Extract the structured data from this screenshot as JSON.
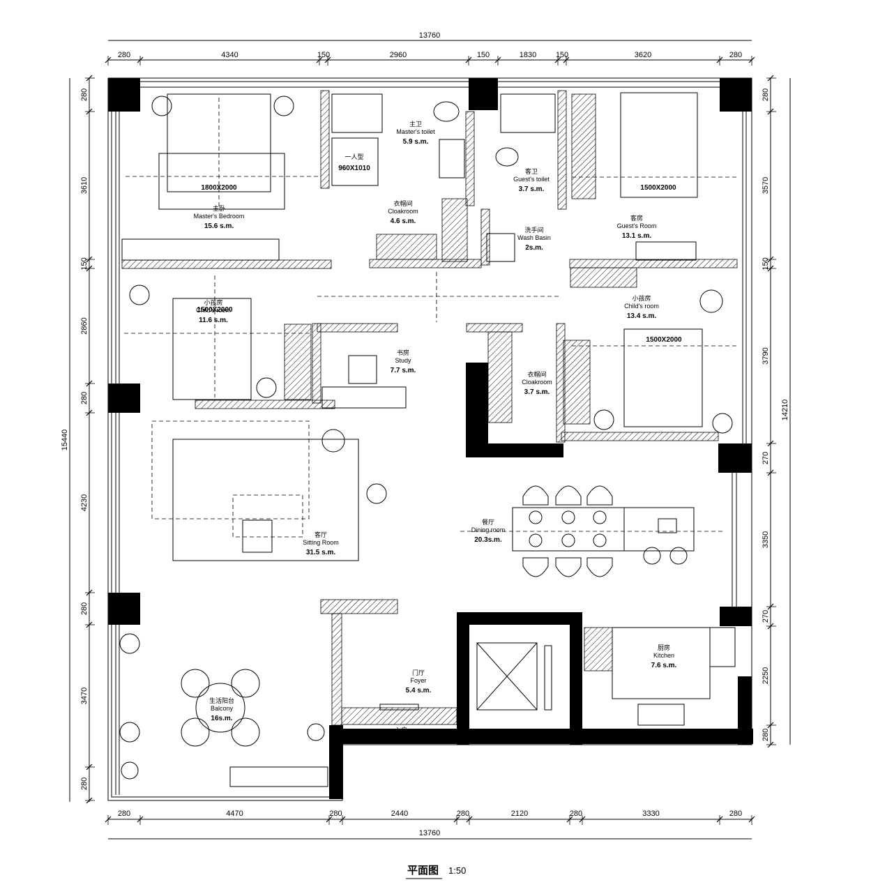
{
  "plan": {
    "title": "平面图",
    "scale": "1:50"
  },
  "dims": {
    "top_total": "13760",
    "top": [
      "280",
      "4340",
      "150",
      "2960",
      "150",
      "1830",
      "150",
      "3620",
      "280"
    ],
    "bottom": [
      "280",
      "4470",
      "280",
      "2440",
      "280",
      "2120",
      "280",
      "3330",
      "280"
    ],
    "bottom_total": "13760",
    "left": [
      "280",
      "3610",
      "150",
      "2860",
      "280",
      "4230",
      "280",
      "3470",
      "280"
    ],
    "left_total": "15440",
    "right": [
      "280",
      "3570",
      "150",
      "3790",
      "270",
      "3350",
      "270",
      "2250",
      "280"
    ],
    "right_total": "14210"
  },
  "rooms": [
    {
      "id": "master-bedroom",
      "zh": "主卧",
      "en": "Master's Bedroom",
      "area": "15.6  s.m."
    },
    {
      "id": "master-toilet",
      "zh": "主卫",
      "en": "Master's toilet",
      "area": "5.9  s.m."
    },
    {
      "id": "cloakroom-1",
      "zh": "衣帽间",
      "en": "Cloakroom",
      "area": "4.6  s.m."
    },
    {
      "id": "guest-toilet",
      "zh": "客卫",
      "en": "Guest's toilet",
      "area": "3.7 s.m."
    },
    {
      "id": "wash-basin",
      "zh": "洗手间",
      "en": "Wash Basin",
      "area": "2s.m."
    },
    {
      "id": "guest-room",
      "zh": "客房",
      "en": "Guest's Room",
      "area": "13.1  s.m."
    },
    {
      "id": "childs-room-1",
      "zh": "小孩房",
      "en": "Child's room",
      "area": "11.6  s.m."
    },
    {
      "id": "childs-room-2",
      "zh": "小孩房",
      "en": "Child's room",
      "area": "13.4  s.m."
    },
    {
      "id": "study",
      "zh": "书房",
      "en": "Study",
      "area": "7.7  s.m."
    },
    {
      "id": "cloakroom-2",
      "zh": "衣帽间",
      "en": "Cloakroom",
      "area": "3.7  s.m."
    },
    {
      "id": "sitting-room",
      "zh": "客厅",
      "en": "Sitting Room",
      "area": "31.5  s.m."
    },
    {
      "id": "dining-room",
      "zh": "餐厅",
      "en": "Dining room",
      "area": "20.3s.m."
    },
    {
      "id": "balcony",
      "zh": "生活阳台",
      "en": "Balcony",
      "area": "16s.m."
    },
    {
      "id": "foyer",
      "zh": "门厅",
      "en": "Foyer",
      "area": "5.4  s.m."
    },
    {
      "id": "kitchen",
      "zh": "厨房",
      "en": "Kitchen",
      "area": "7.6  s.m."
    }
  ],
  "beds": {
    "master": "1800X2000",
    "bath": "一人型",
    "bath_size": "960X1010",
    "guest": "1500X2000",
    "child1": "1500X2000",
    "child2": "1500X2000"
  },
  "entrance_label": "入户"
}
